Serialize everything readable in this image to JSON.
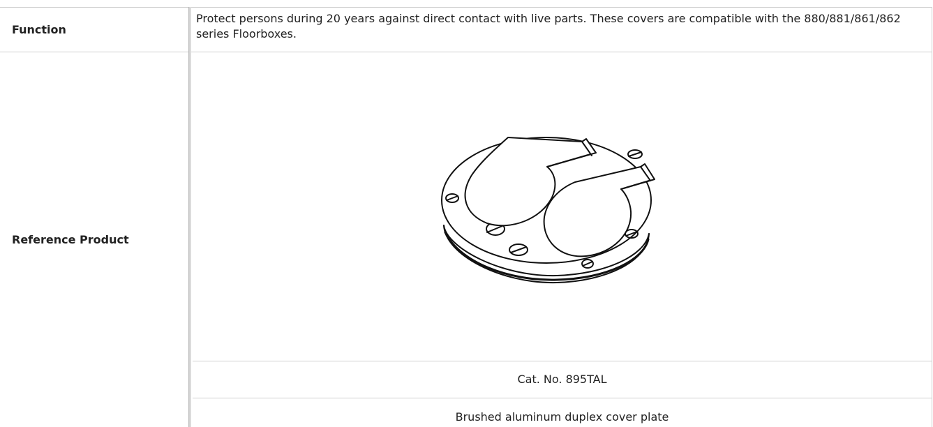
{
  "spec_table": {
    "rows": [
      {
        "label": "Function",
        "value": "Protect persons during 20 years against direct contact with live parts. These covers are compatible with the 880/881/861/862 series Floorboxes."
      },
      {
        "label": "Reference Product",
        "image_icon": "floor-box-cover-plate-icon",
        "catalog_number": "Cat. No. 895TAL",
        "description": "Brushed aluminum duplex cover plate"
      }
    ]
  },
  "colors": {
    "border": "#cfcfcf",
    "separator": "#d2d2d2",
    "text": "#222222",
    "drawing_stroke": "#111111"
  }
}
